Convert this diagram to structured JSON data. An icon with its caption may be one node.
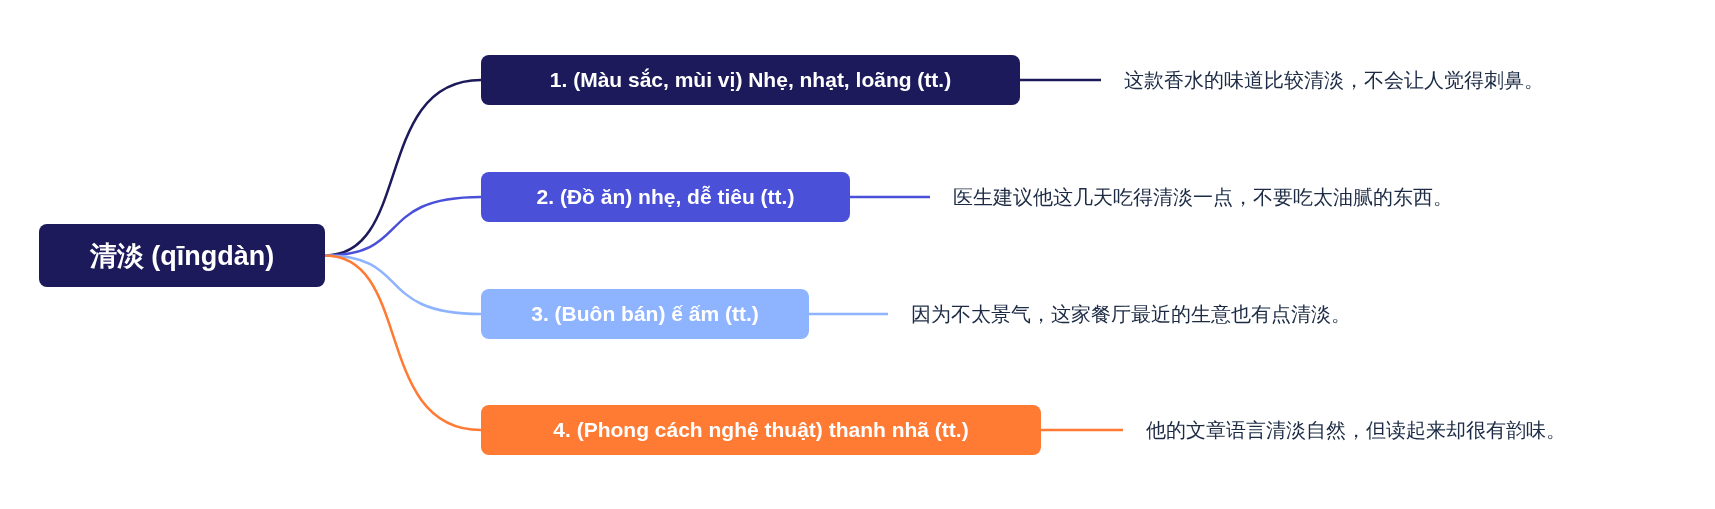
{
  "diagram": {
    "nodes": [
      {
        "text": [
          "清淡 (qīngdàn)"
        ]
      },
      {
        "text": [
          "1. (Màu sắc, mùi vị) Nhẹ, nhạt, loãng (tt.)"
        ]
      },
      {
        "text": [
          "2. (Đồ ăn) nhẹ, dễ tiêu (tt.)"
        ]
      },
      {
        "text": [
          "3. (Buôn bán) ế ấm (tt.)"
        ]
      },
      {
        "text": [
          "4. (Phong cách nghệ thuật) thanh nhã (tt.)"
        ]
      },
      {
        "text": [
          "这款香水的味道比较清淡，不会让人觉得刺鼻。"
        ]
      },
      {
        "text": [
          "医生建议他这几天吃得清淡一点，不要吃太油腻的东西。"
        ]
      },
      {
        "text": [
          "因为不太景气，这家餐厅最近的生意也有点清淡。"
        ]
      },
      {
        "text": [
          "他的文章语言清淡自然，但读起来却很有韵味。"
        ]
      }
    ],
    "edges": [
      {
        "from": 0,
        "to": 1,
        "arrow": "none",
        "color": "#1c1a5a"
      },
      {
        "from": 0,
        "to": 2,
        "arrow": "none",
        "color": "#4a50d8"
      },
      {
        "from": 0,
        "to": 3,
        "arrow": "none",
        "color": "#8fb4ff"
      },
      {
        "from": 0,
        "to": 4,
        "arrow": "none",
        "color": "#ff7a33"
      },
      {
        "from": 1,
        "to": 5,
        "arrow": "none",
        "color": "#1c1a5a"
      },
      {
        "from": 2,
        "to": 6,
        "arrow": "none",
        "color": "#4a50d8"
      },
      {
        "from": 3,
        "to": 7,
        "arrow": "none",
        "color": "#8fb4ff"
      },
      {
        "from": 4,
        "to": 8,
        "arrow": "none",
        "color": "#ff7a33"
      }
    ]
  }
}
